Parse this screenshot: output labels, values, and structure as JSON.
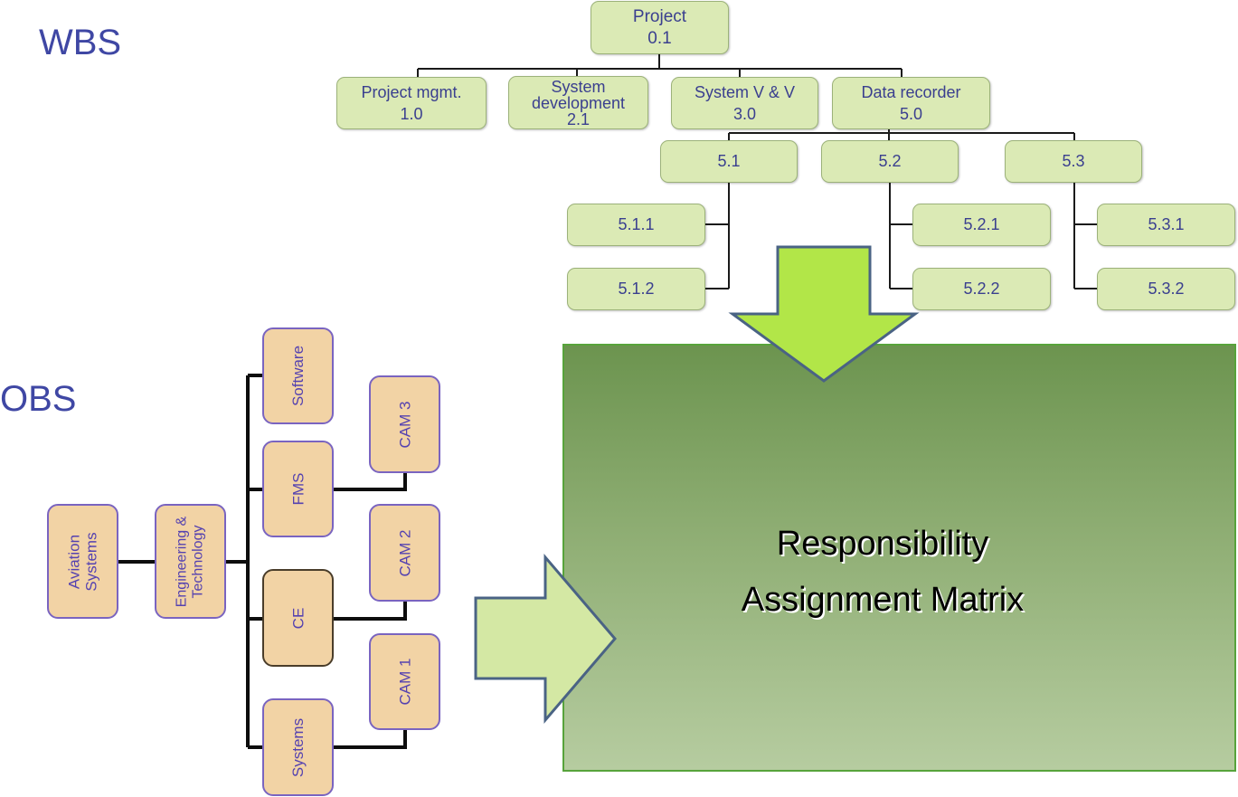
{
  "wbs": {
    "title": "WBS",
    "root": {
      "label": "Project",
      "code": "0.1"
    },
    "level1": [
      {
        "label": "Project mgmt.",
        "code": "1.0"
      },
      {
        "label": "System development",
        "code": "2.1"
      },
      {
        "label": "System V & V",
        "code": "3.0"
      },
      {
        "label": "Data recorder",
        "code": "5.0"
      }
    ],
    "level2": [
      {
        "code": "5.1",
        "children": [
          "5.1.1",
          "5.1.2"
        ]
      },
      {
        "code": "5.2",
        "children": [
          "5.2.1",
          "5.2.2"
        ]
      },
      {
        "code": "5.3",
        "children": [
          "5.3.1",
          "5.3.2"
        ]
      }
    ]
  },
  "obs": {
    "title": "OBS",
    "root": {
      "line1": "Aviation",
      "line2": "Systems"
    },
    "division": {
      "line1": "Engineering &",
      "line2": "Technology"
    },
    "departments": [
      "Software",
      "FMS",
      "CE",
      "Systems"
    ],
    "cams": [
      "CAM 3",
      "CAM 2",
      "CAM 1"
    ]
  },
  "matrix": {
    "line1": "Responsibility",
    "line2": "Assignment Matrix"
  },
  "colors": {
    "title": "#3f47a4",
    "wbs_box_fill": "#dbeab5",
    "obs_box_fill": "#f2d3a5",
    "obs_box_border": "#7a64c0",
    "down_arrow_fill": "#b2e648",
    "right_arrow_fill": "#d4e8a4",
    "arrow_border": "#4a6384",
    "matrix_top": "#6c944f",
    "matrix_bottom": "#b6cca0"
  }
}
